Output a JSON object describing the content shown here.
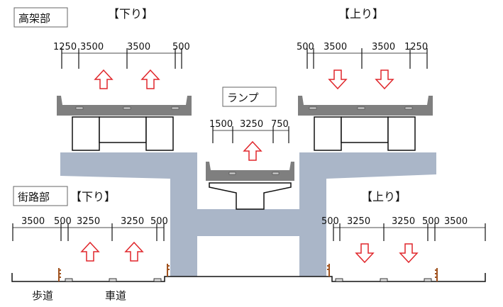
{
  "labels": {
    "elevated": "高架部",
    "street": "街路部",
    "ramp": "ランプ",
    "down": "【下り】",
    "up": "【上り】",
    "sidewalk": "歩道",
    "roadway": "車道"
  },
  "dims": {
    "elev_down": [
      "1250",
      "3500",
      "3500",
      "500"
    ],
    "elev_up": [
      "500",
      "3500",
      "3500",
      "1250"
    ],
    "ramp": [
      "1500",
      "3250",
      "750"
    ],
    "street_down": [
      "3500",
      "500",
      "3250",
      "3250",
      "500"
    ],
    "street_up": [
      "500",
      "3250",
      "3250",
      "500",
      "3500"
    ]
  },
  "colors": {
    "pier": "#aab6c8",
    "deck": "#7f7f7f",
    "arrow": "#e0262b",
    "fence": "#a0521e"
  }
}
